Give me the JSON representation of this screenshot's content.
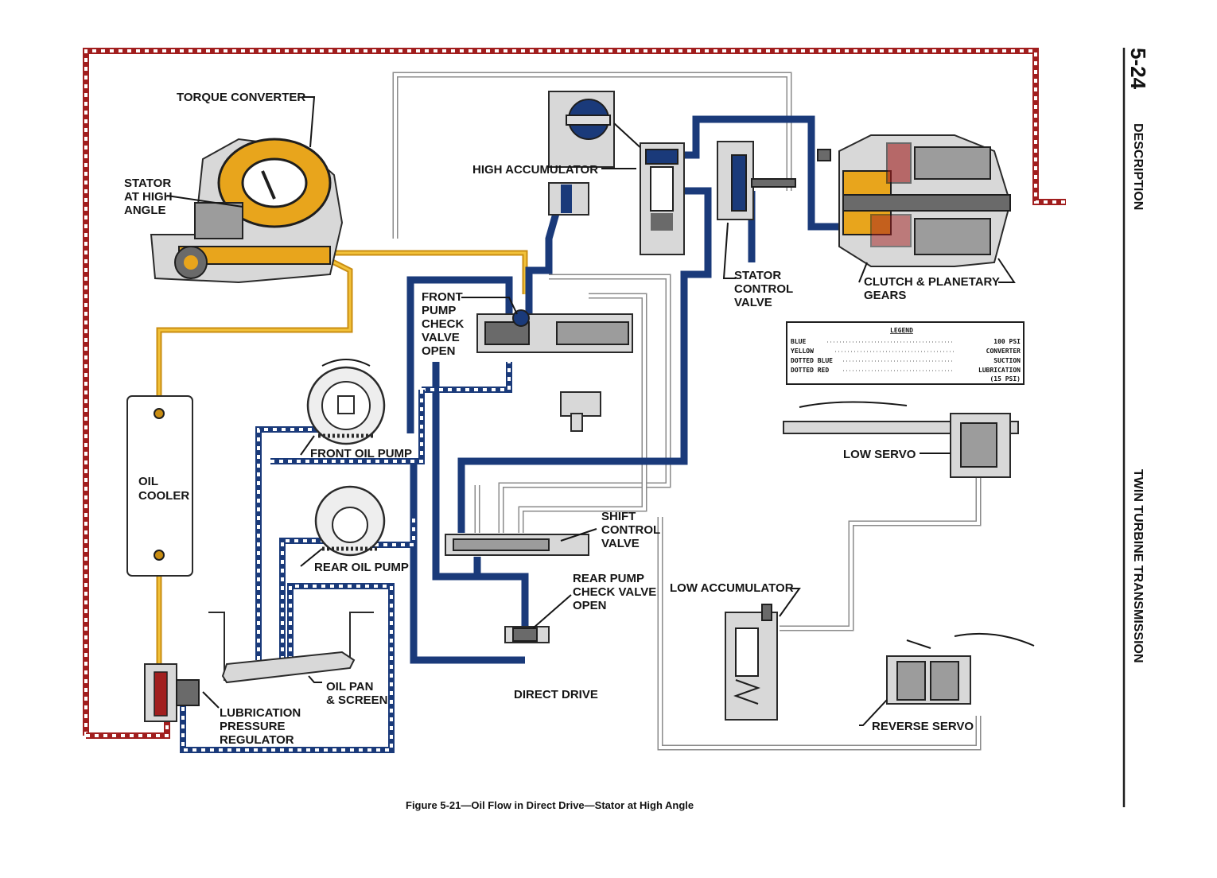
{
  "page": {
    "number": "5-24",
    "section": "DESCRIPTION",
    "book_title": "TWIN TURBINE TRANSMISSION",
    "caption": "Figure 5-21—Oil Flow in Direct Drive—Stator at High Angle"
  },
  "labels": {
    "torque_converter": "TORQUE CONVERTER",
    "stator_line1": "STATOR",
    "stator_line2": "AT HIGH",
    "stator_line3": "ANGLE",
    "high_accumulator": "HIGH ACCUMULATOR",
    "stator_control_line1": "STATOR",
    "stator_control_line2": "CONTROL",
    "stator_control_line3": "VALVE",
    "clutch_line1": "CLUTCH & PLANETARY",
    "clutch_line2": "GEARS",
    "front_check_line1": "FRONT",
    "front_check_line2": "PUMP",
    "front_check_line3": "CHECK",
    "front_check_line4": "VALVE",
    "front_check_line5": "OPEN",
    "front_oil_pump": "FRONT OIL PUMP",
    "oil_cooler_line1": "OIL",
    "oil_cooler_line2": "COOLER",
    "rear_oil_pump": "REAR OIL PUMP",
    "shift_control_line1": "SHIFT",
    "shift_control_line2": "CONTROL",
    "shift_control_line3": "VALVE",
    "rear_check_line1": "REAR PUMP",
    "rear_check_line2": "CHECK VALVE",
    "rear_check_line3": "OPEN",
    "low_accumulator": "LOW ACCUMULATOR",
    "low_servo": "LOW SERVO",
    "oil_pan_line1": "OIL PAN",
    "oil_pan_line2": "& SCREEN",
    "lube_line1": "LUBRICATION",
    "lube_line2": "PRESSURE",
    "lube_line3": "REGULATOR",
    "direct_drive": "DIRECT DRIVE",
    "reverse_servo": "REVERSE SERVO"
  },
  "legend": {
    "title": "LEGEND",
    "rows": [
      {
        "key": "BLUE",
        "value": "100 PSI"
      },
      {
        "key": "YELLOW",
        "value": "CONVERTER"
      },
      {
        "key": "DOTTED BLUE",
        "value": "SUCTION"
      },
      {
        "key": "DOTTED RED",
        "value": "LUBRICATION"
      }
    ],
    "extra": "(15 PSI)"
  },
  "colors": {
    "blue": "#1a3a7a",
    "yellow": "#f2c23a",
    "red": "#a11e1e",
    "exhaust": "#8a8a8a"
  }
}
